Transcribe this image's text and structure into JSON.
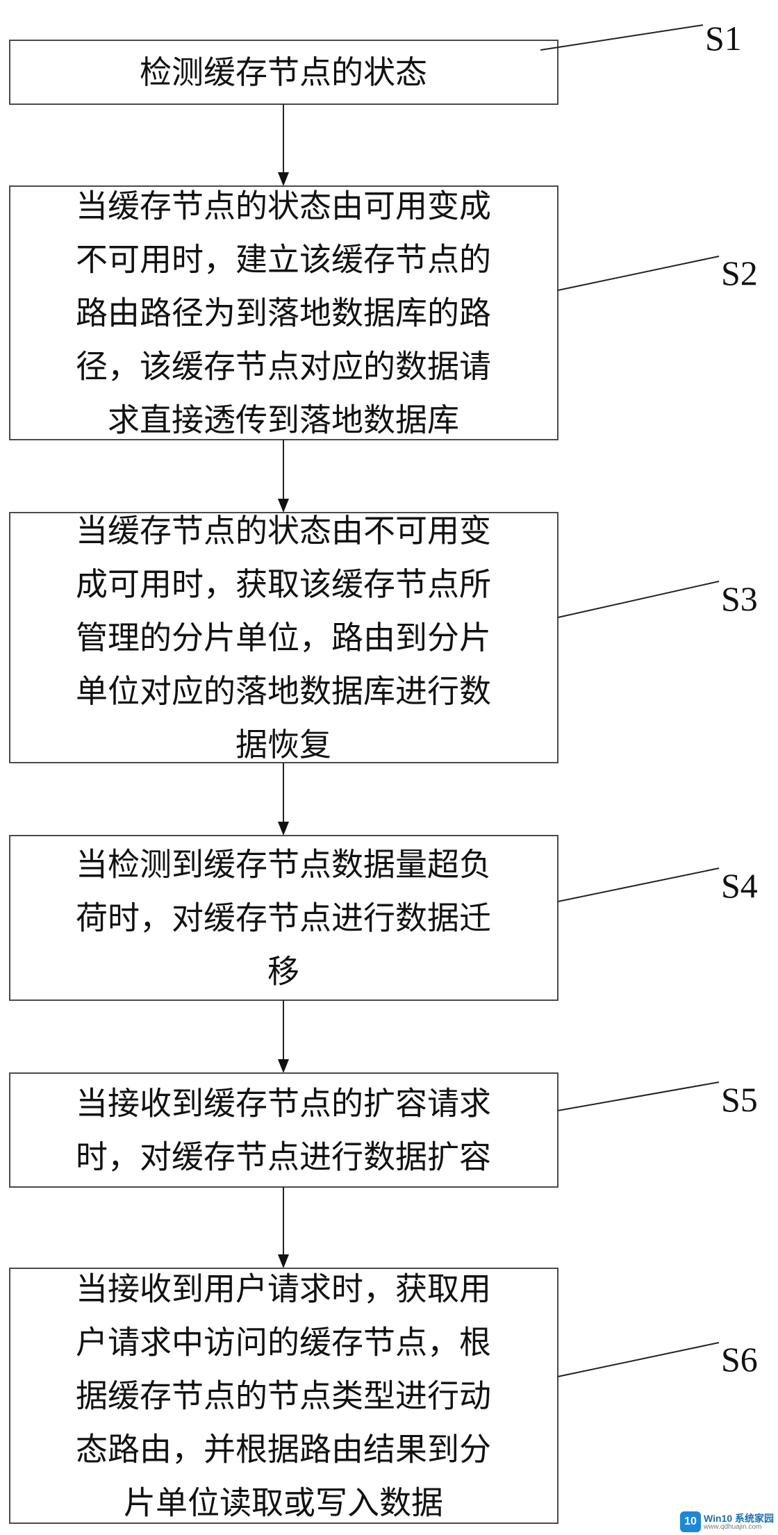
{
  "steps": [
    {
      "label": "S1",
      "lines": [
        "检测缓存节点的状态"
      ]
    },
    {
      "label": "S2",
      "lines": [
        "当缓存节点的状态由可用变成",
        "不可用时，建立该缓存节点的",
        "路由路径为到落地数据库的路",
        "径，该缓存节点对应的数据请",
        "求直接透传到落地数据库"
      ]
    },
    {
      "label": "S3",
      "lines": [
        "当缓存节点的状态由不可用变",
        "成可用时，获取该缓存节点所",
        "管理的分片单位，路由到分片",
        "单位对应的落地数据库进行数",
        "据恢复"
      ]
    },
    {
      "label": "S4",
      "lines": [
        "当检测到缓存节点数据量超负",
        "荷时，对缓存节点进行数据迁",
        "移"
      ]
    },
    {
      "label": "S5",
      "lines": [
        "当接收到缓存节点的扩容请求",
        "时，对缓存节点进行数据扩容"
      ]
    },
    {
      "label": "S6",
      "lines": [
        "当接收到用户请求时，获取用",
        "户请求中访问的缓存节点，根",
        "据缓存节点的节点类型进行动",
        "态路由，并根据路由结果到分",
        "片单位读取或写入数据"
      ]
    }
  ],
  "watermark": {
    "logo_text": "10",
    "name": "Win10 系统家园",
    "url": "www.qdhuajin.com"
  }
}
